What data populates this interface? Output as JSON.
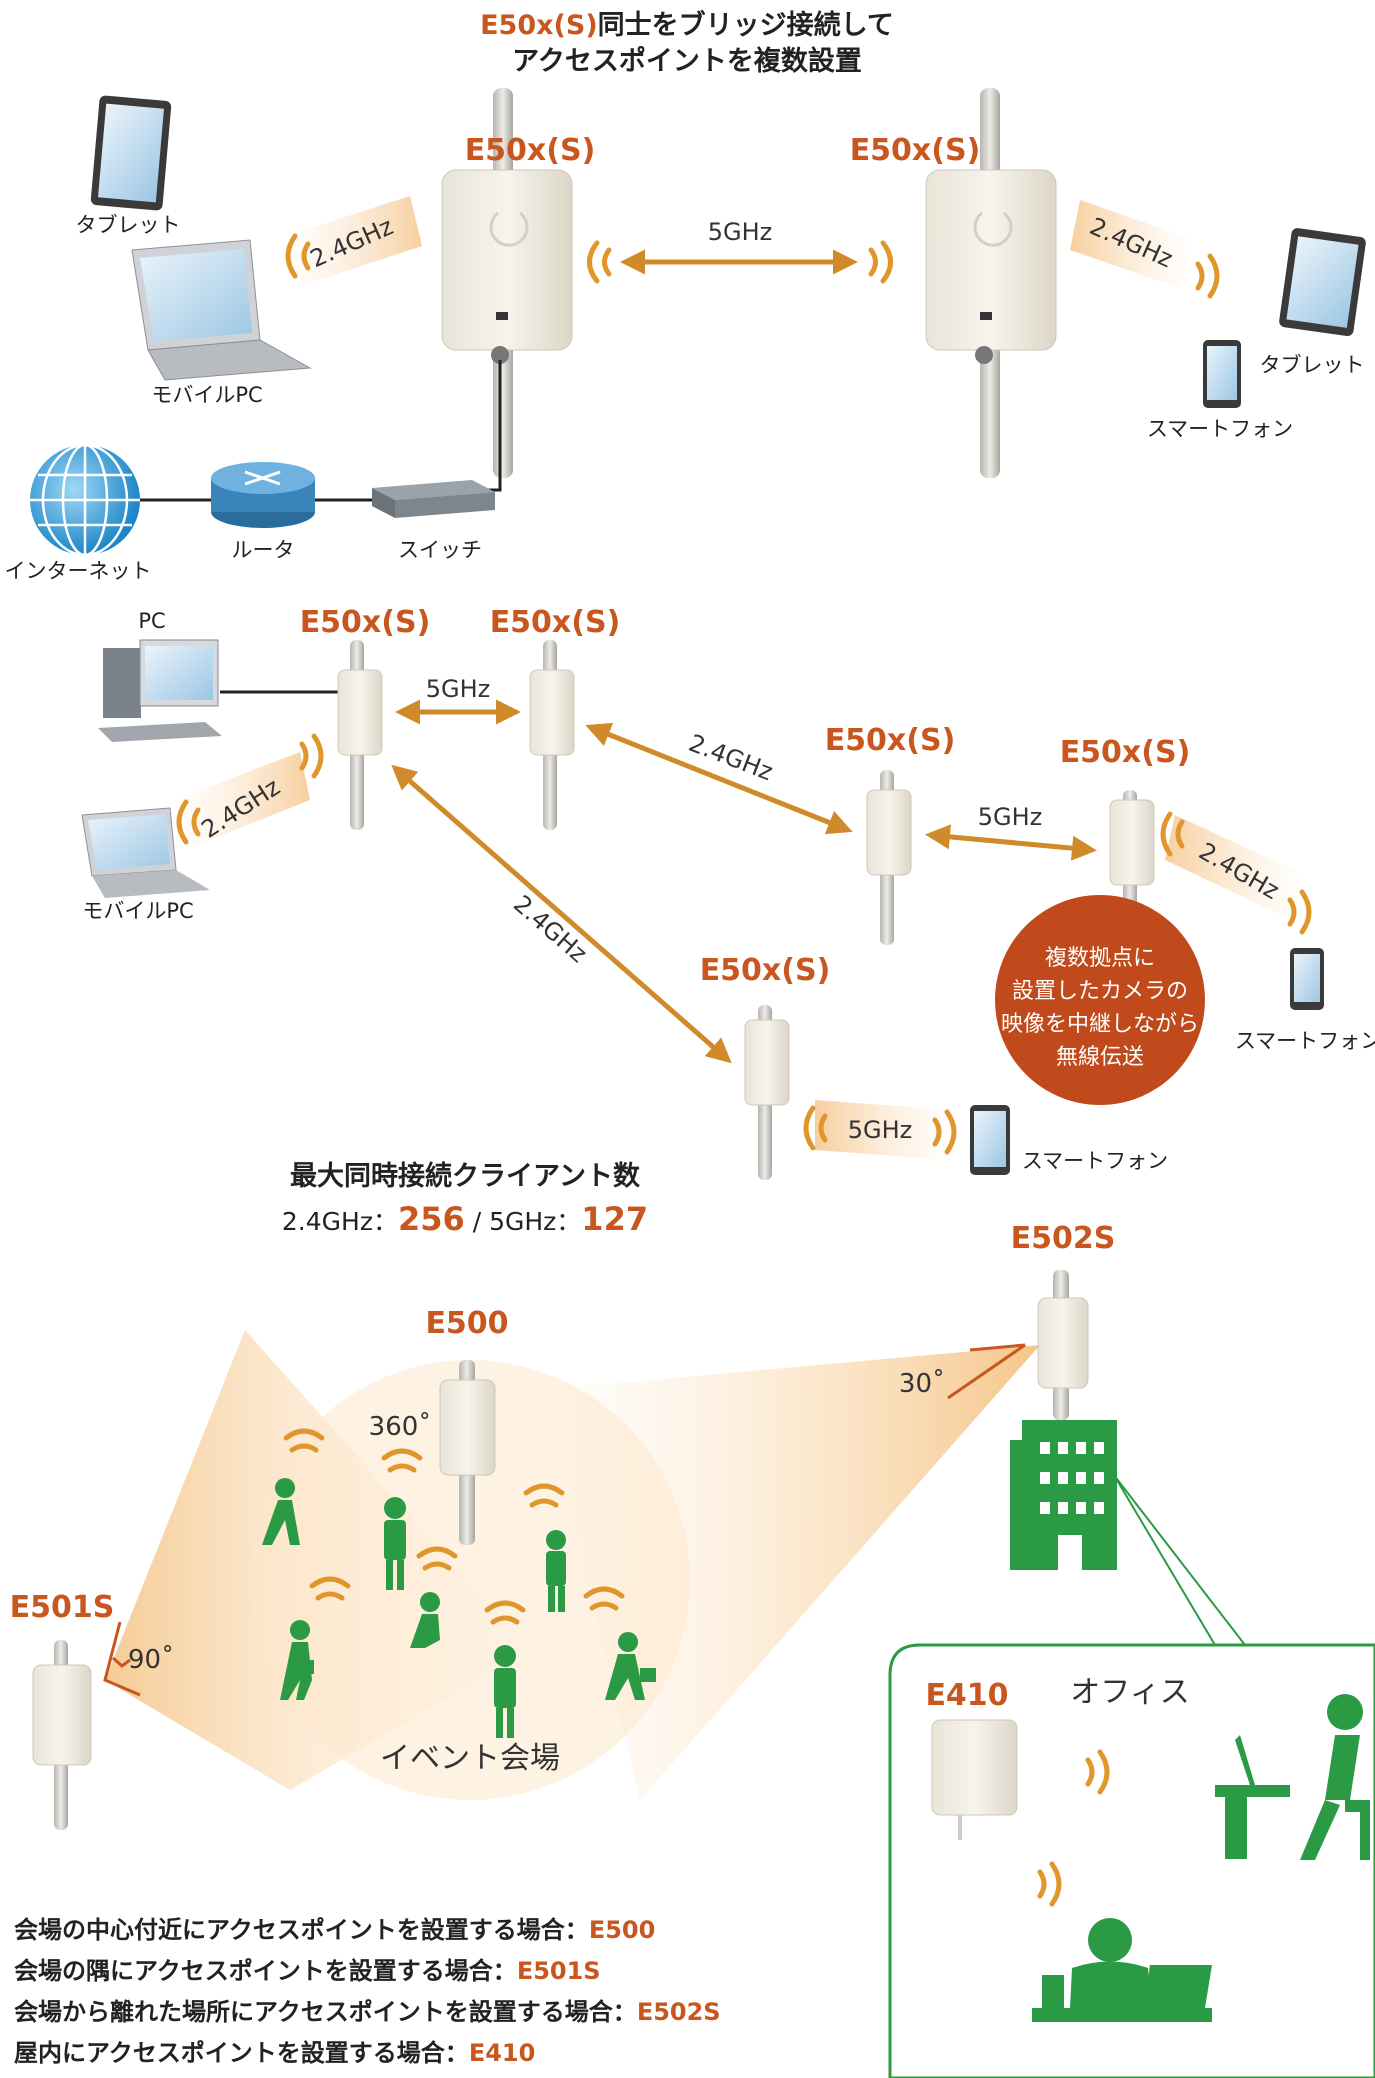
{
  "header": {
    "title_model": "E50x(S)",
    "title_line1_rest": "同士をブリッジ接続して",
    "title_line2": "アクセスポイントを複数設置"
  },
  "diagram1": {
    "ap_left": "E50x(S)",
    "ap_right": "E50x(S)",
    "link_5ghz": "5GHz",
    "band_left": "2.4GHz",
    "band_right": "2.4GHz",
    "tablet_left": "タブレット",
    "mobile_pc": "モバイルPC",
    "tablet_right": "タブレット",
    "smartphone": "スマートフォン",
    "internet": "インターネット",
    "router": "ルータ",
    "switch": "スイッチ"
  },
  "diagram2": {
    "pc": "PC",
    "ap1": "E50x(S)",
    "ap2": "E50x(S)",
    "ap3": "E50x(S)",
    "ap4": "E50x(S)",
    "ap5": "E50x(S)",
    "link_ap1_ap2": "5GHz",
    "link_ap2_ap3": "2.4GHz",
    "link_ap3_ap4": "5GHz",
    "link_ap1_ap5": "2.4GHz",
    "band_mobile": "2.4GHz",
    "band_ap4_phone": "2.4GHz",
    "band_ap5_phone": "5GHz",
    "mobile_pc": "モバイルPC",
    "smartphone_right": "スマートフォン",
    "smartphone_bottom": "スマートフォン",
    "bubble_lines": [
      "複数拠点に",
      "設置したカメラの",
      "映像を中継しながら",
      "無線伝送"
    ],
    "max_title": "最大同時接続クライアント数",
    "max_24_label": "2.4GHz：",
    "max_24_value": "256",
    "max_sep": "/",
    "max_5_label": "5GHz：",
    "max_5_value": "127"
  },
  "diagram3": {
    "e502s": "E502S",
    "e500": "E500",
    "e501s": "E501S",
    "e410": "E410",
    "angle_30": "30˚",
    "angle_360": "360˚",
    "angle_90": "90˚",
    "venue": "イベント会場",
    "office": "オフィス"
  },
  "notes": [
    {
      "text": "会場の中心付近にアクセスポイントを設置する場合：",
      "model": "E500"
    },
    {
      "text": "会場の隅にアクセスポイントを設置する場合：",
      "model": "E501S"
    },
    {
      "text": "会場から離れた場所にアクセスポイントを設置する場合：",
      "model": "E502S"
    },
    {
      "text": "屋内にアクセスポイントを設置する場合：",
      "model": "E410"
    }
  ],
  "colors": {
    "accent": "#c8561e",
    "arrow": "#d18a2a",
    "wave": "#e0962a",
    "green": "#2a9a44",
    "bubble": "#c14a1c"
  }
}
